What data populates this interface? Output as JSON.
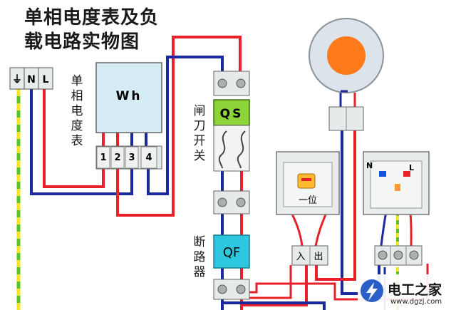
{
  "title": {
    "line1": "单相电度表及负",
    "line2": "载电路实物图"
  },
  "source_terminals": [
    "⏚",
    "N",
    "L"
  ],
  "meter": {
    "label": "Wh",
    "side_label": "单相电度表",
    "terminals": [
      "1",
      "2",
      "3",
      "4"
    ]
  },
  "knife_switch": {
    "label": "QS",
    "side_label": "闸刀开关"
  },
  "breaker": {
    "label": "QF",
    "side_label": "断路器"
  },
  "switch_box": {
    "label": "一位",
    "terminal_in": "入",
    "terminal_out": "出"
  },
  "socket": {
    "label_n": "N",
    "label_l": "L"
  },
  "watermark": {
    "text": "电工之家",
    "url": "www.dgzj.com"
  },
  "colors": {
    "live": "#e8202a",
    "neutral": "#1a2a9c",
    "earth_green": "#5ec32a",
    "earth_yellow": "#f2e820",
    "switch_green": "#8cd43a",
    "breaker_cyan": "#2ec7e0",
    "lamp_orange": "#ff7a1a"
  }
}
